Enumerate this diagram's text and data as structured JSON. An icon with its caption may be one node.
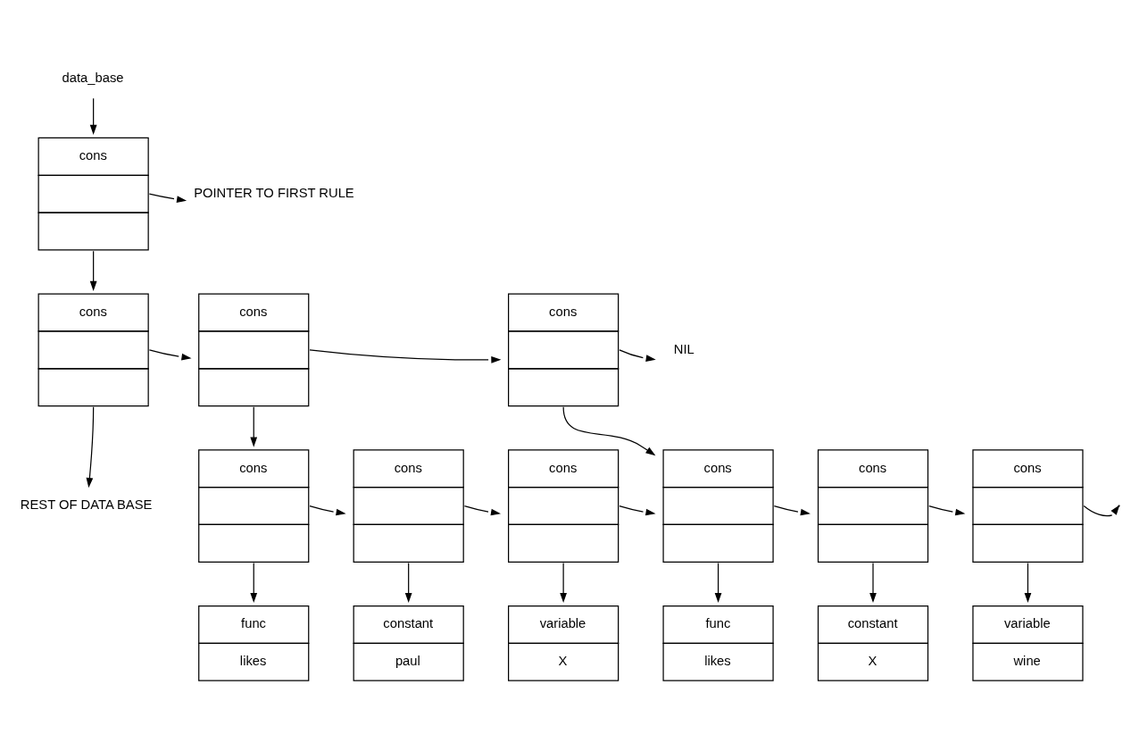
{
  "diagram": {
    "nodes": [
      {
        "text": [
          "data_base"
        ]
      },
      {
        "text": [
          "cons"
        ]
      },
      {
        "text": [
          "POINTER TO FIRST RULE"
        ]
      },
      {
        "text": [
          "cons"
        ]
      },
      {
        "text": [
          "cons"
        ]
      },
      {
        "text": [
          "cons"
        ]
      },
      {
        "text": [
          "NIL"
        ]
      },
      {
        "text": [
          "REST OF DATA BASE"
        ]
      },
      {
        "text": [
          "cons"
        ]
      },
      {
        "text": [
          "cons"
        ]
      },
      {
        "text": [
          "cons"
        ]
      },
      {
        "text": [
          "cons"
        ]
      },
      {
        "text": [
          "cons"
        ]
      },
      {
        "text": [
          "cons"
        ]
      },
      {
        "text": [
          "func",
          "likes"
        ]
      },
      {
        "text": [
          "constant",
          "paul"
        ]
      },
      {
        "text": [
          "variable",
          "X"
        ]
      },
      {
        "text": [
          "func",
          "likes"
        ]
      },
      {
        "text": [
          "constant",
          "X"
        ]
      },
      {
        "text": [
          "variable",
          "wine"
        ]
      }
    ],
    "edges": [
      {
        "from": 0,
        "to": 1,
        "arrow": "to"
      },
      {
        "from": 1,
        "to": 2,
        "arrow": "to"
      },
      {
        "from": 1,
        "to": 3,
        "arrow": "to"
      },
      {
        "from": 3,
        "to": 4,
        "arrow": "to"
      },
      {
        "from": 3,
        "to": 7,
        "arrow": "to"
      },
      {
        "from": 4,
        "to": 5,
        "arrow": "to"
      },
      {
        "from": 4,
        "to": 8,
        "arrow": "to"
      },
      {
        "from": 5,
        "to": 6,
        "arrow": "to"
      },
      {
        "from": 5,
        "to": 11,
        "arrow": "to"
      },
      {
        "from": 8,
        "to": 9,
        "arrow": "to"
      },
      {
        "from": 9,
        "to": 10,
        "arrow": "to"
      },
      {
        "from": 10,
        "to": 11,
        "arrow": "to"
      },
      {
        "from": 11,
        "to": 12,
        "arrow": "to"
      },
      {
        "from": 12,
        "to": 13,
        "arrow": "to"
      },
      {
        "from": 13,
        "to": null,
        "arrow": "to"
      },
      {
        "from": 8,
        "to": 14,
        "arrow": "to"
      },
      {
        "from": 9,
        "to": 15,
        "arrow": "to"
      },
      {
        "from": 10,
        "to": 16,
        "arrow": "to"
      },
      {
        "from": 11,
        "to": 17,
        "arrow": "to"
      },
      {
        "from": 12,
        "to": 18,
        "arrow": "to"
      },
      {
        "from": 13,
        "to": 19,
        "arrow": "to"
      }
    ]
  }
}
